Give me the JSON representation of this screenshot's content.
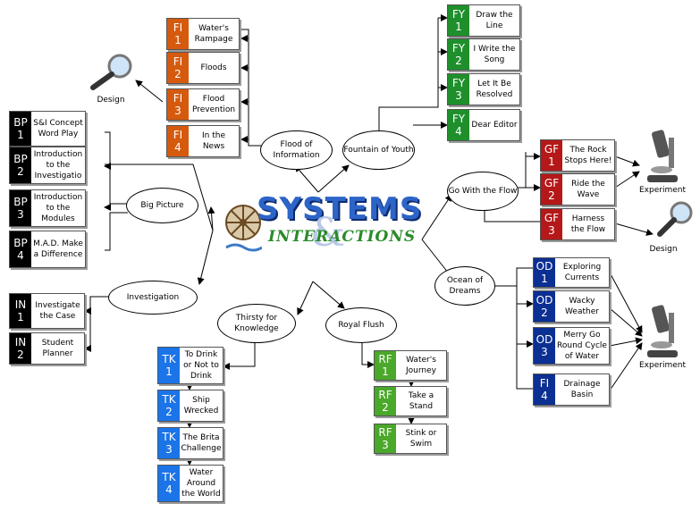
{
  "hubs": {
    "flood": "Flood of Information",
    "fountain": "Fountain of Youth",
    "bigpicture": "Big Picture",
    "investigation": "Investigation",
    "thirsty": "Thirsty for Knowledge",
    "royal": "Royal Flush",
    "gowithflow": "Go With the Flow",
    "ocean": "Ocean of Dreams"
  },
  "logo": {
    "systems": "SYSTEMS",
    "amp": "&",
    "interactions": "INTERACTIONS"
  },
  "tools": {
    "design": "Design",
    "experiment": "Experiment"
  },
  "colors": {
    "FI": "#d65a0e",
    "FY": "#1f8f2c",
    "GF": "#b51818",
    "BP": "#000000",
    "IN": "#000000",
    "TK": "#1b74e8",
    "OD": "#0b2f92",
    "RF": "#4aa82a"
  },
  "nodes": {
    "fi1": {
      "code": "FI",
      "num": "1",
      "label": "Water's Rampage"
    },
    "fi2": {
      "code": "FI",
      "num": "2",
      "label": "Floods"
    },
    "fi3": {
      "code": "FI",
      "num": "3",
      "label": "Flood Prevention"
    },
    "fi4": {
      "code": "FI",
      "num": "4",
      "label": "In the News"
    },
    "fy1": {
      "code": "FY",
      "num": "1",
      "label": "Draw the Line"
    },
    "fy2": {
      "code": "FY",
      "num": "2",
      "label": "I Write the Song"
    },
    "fy3": {
      "code": "FY",
      "num": "3",
      "label": "Let It Be Resolved"
    },
    "fy4": {
      "code": "FY",
      "num": "4",
      "label": "Dear Editor"
    },
    "gf1": {
      "code": "GF",
      "num": "1",
      "label": "The Rock Stops Here!"
    },
    "gf2": {
      "code": "GF",
      "num": "2",
      "label": "Ride the Wave"
    },
    "gf3": {
      "code": "GF",
      "num": "3",
      "label": "Harness the Flow"
    },
    "bp1": {
      "code": "BP",
      "num": "1",
      "label": "S&I Concept Word Play"
    },
    "bp2": {
      "code": "BP",
      "num": "2",
      "label": "Introduction to the Investigatio"
    },
    "bp3": {
      "code": "BP",
      "num": "3",
      "label": "Introduction to the Modules"
    },
    "bp4": {
      "code": "BP",
      "num": "4",
      "label": "M.A.D. Make a Difference"
    },
    "in1": {
      "code": "IN",
      "num": "1",
      "label": "Investigate the Case"
    },
    "in2": {
      "code": "IN",
      "num": "2",
      "label": "Student Planner"
    },
    "tk1": {
      "code": "TK",
      "num": "1",
      "label": "To Drink or Not to Drink"
    },
    "tk2": {
      "code": "TK",
      "num": "2",
      "label": "Ship Wrecked"
    },
    "tk3": {
      "code": "TK",
      "num": "3",
      "label": "The Brita Challenge"
    },
    "tk4": {
      "code": "TK",
      "num": "4",
      "label": "Water Around the World"
    },
    "rf1": {
      "code": "RF",
      "num": "1",
      "label": "Water's Journey"
    },
    "rf2": {
      "code": "RF",
      "num": "2",
      "label": "Take a Stand"
    },
    "rf3": {
      "code": "RF",
      "num": "3",
      "label": "Stink or Swim"
    },
    "od1": {
      "code": "OD",
      "num": "1",
      "label": "Exploring Currents"
    },
    "od2": {
      "code": "OD",
      "num": "2",
      "label": "Wacky Weather"
    },
    "od3": {
      "code": "OD",
      "num": "3",
      "label": "Merry Go Round Cycle of Water"
    },
    "fi_od4": {
      "code": "FI",
      "num": "4",
      "label": "Drainage Basin"
    }
  }
}
